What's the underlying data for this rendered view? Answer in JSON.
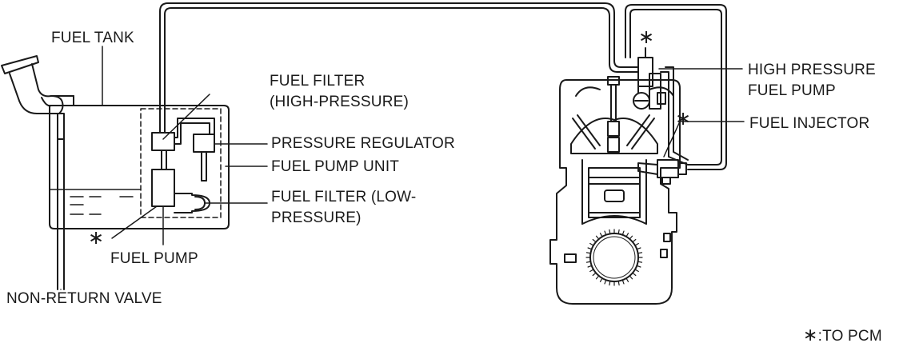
{
  "labels": {
    "fuel_tank": "FUEL TANK",
    "fuel_filter_high_1": "FUEL FILTER",
    "fuel_filter_high_2": "(HIGH-PRESSURE)",
    "pressure_regulator": "PRESSURE REGULATOR",
    "fuel_pump_unit": "FUEL PUMP UNIT",
    "fuel_filter_low_1": "FUEL FILTER (LOW-",
    "fuel_filter_low_2": "PRESSURE)",
    "fuel_pump": "FUEL PUMP",
    "non_return_valve": "NON-RETURN VALVE",
    "high_pressure_pump_1": "HIGH PRESSURE",
    "high_pressure_pump_2": "FUEL PUMP",
    "fuel_injector": "FUEL INJECTOR"
  },
  "markers": {
    "asterisk": "∗"
  },
  "legend": {
    "symbol": "∗",
    "text": ":TO PCM"
  },
  "colors": {
    "line": "#1a1a1a",
    "engine_fill": "#ffffff"
  }
}
